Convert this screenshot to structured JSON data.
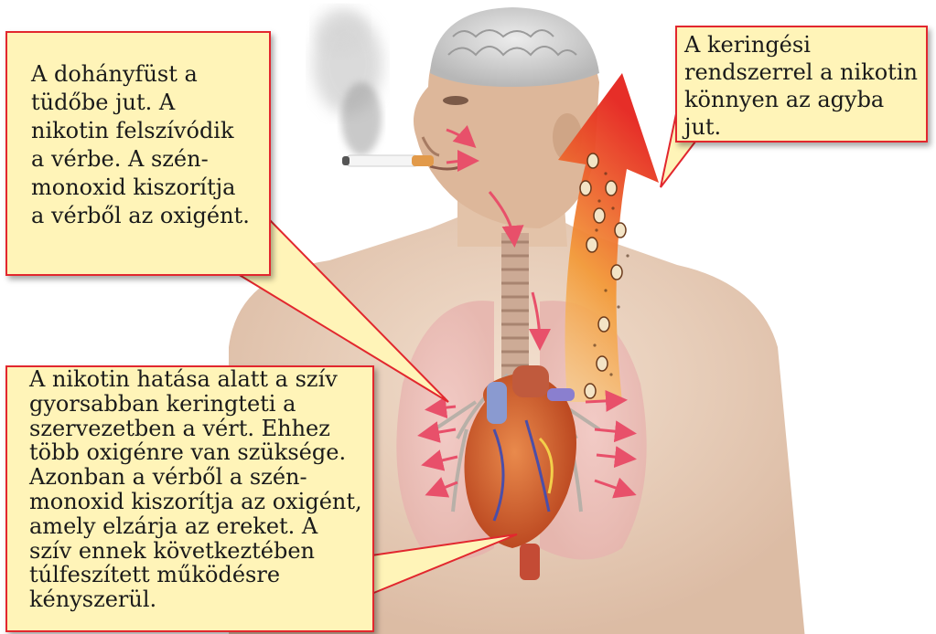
{
  "callouts": {
    "lungs": "A dohányfüst a tüdőbe jut. A nikotin felszívódik a vérbe. A szén-monoxid kiszorítja a vérből az oxigént.",
    "brain": "A keringési rendszerrel a nikotin könnyen az agyba jut.",
    "heart": "A nikotin hatása alatt a szív gyorsabban keringteti a szervezetben a vért. Ehhez több oxigénre van szüksége. Azonban a vérből a szén-monoxid kiszorítja az oxigént, amely elzárja az ereket. A szív ennek következtében túlfeszített működésre kényszerül."
  },
  "colors": {
    "callout_fill": "#fff4b8",
    "callout_border": "#e2272e",
    "arrow": "#e8506a",
    "gradient_arrow_top": "#e5231d",
    "gradient_arrow_bottom": "#f8d28a"
  },
  "icons": [
    "cigarette-icon",
    "smoke-icon",
    "nicotine-particle-icon"
  ]
}
